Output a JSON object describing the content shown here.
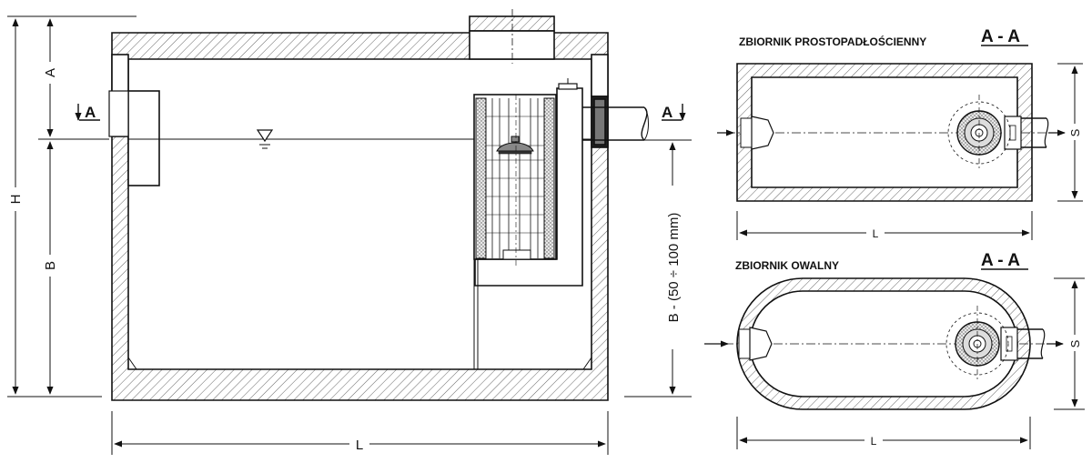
{
  "main_view": {
    "dim_h": "H",
    "dim_a": "A",
    "dim_b": "B",
    "dim_l": "L",
    "dim_b_outlet": "B - (50 ÷ 100 mm)",
    "section_mark_left": "A",
    "section_mark_right": "A"
  },
  "rect_view": {
    "title": "ZBIORNIK PROSTOPADŁOŚCIENNY",
    "section_label": "A - A",
    "dim_l": "L",
    "dim_s": "S"
  },
  "oval_view": {
    "title": "ZBIORNIK OWALNY",
    "section_label": "A - A",
    "dim_l": "L",
    "dim_s": "S"
  },
  "colors": {
    "line": "#111111",
    "hatch": "#555555",
    "screen": "#cfcfcf"
  }
}
